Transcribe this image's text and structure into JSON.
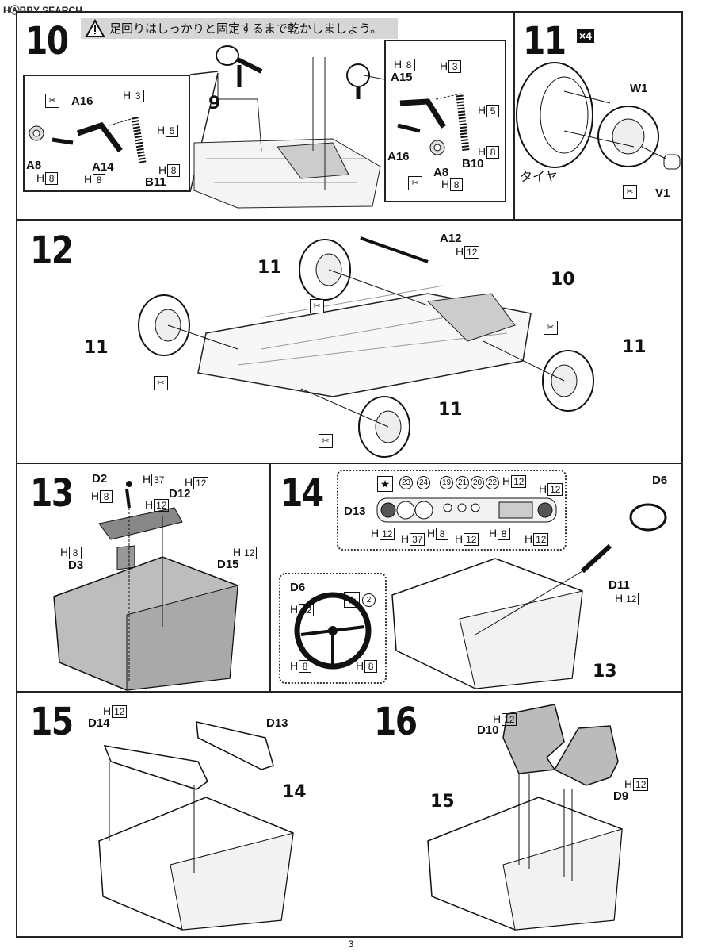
{
  "watermark": "HⒶBBY SEARCH",
  "warning_icon": "warning-triangle-icon",
  "page_number": "3",
  "step10": {
    "number": "10",
    "warning_text": "足回りはしっかりと固定するまで乾かしましょう。",
    "callout_9": "9",
    "left_detail": {
      "A16": "A16",
      "A8": "A8",
      "A14": "A14",
      "B11": "B11",
      "h3": "3",
      "h5": "5",
      "h8a": "8",
      "h8b": "8",
      "h8c": "8"
    },
    "right_detail": {
      "A15": "A15",
      "A16": "A16",
      "A8": "A8",
      "B10": "B10",
      "h8a": "8",
      "h3": "3",
      "h5": "5",
      "h8b": "8",
      "h8c": "8"
    }
  },
  "step11": {
    "number": "11",
    "multiplier": "×4",
    "W1": "W1",
    "tire": "タイヤ",
    "V1": "V1"
  },
  "step12": {
    "number": "12",
    "A12": "A12",
    "h12": "12",
    "c11a": "11",
    "c11b": "11",
    "c11c": "11",
    "c11d": "11",
    "c10": "10"
  },
  "step13": {
    "number": "13",
    "D2": "D2",
    "h37": "37",
    "h12a": "12",
    "h8a": "8",
    "h12b": "12",
    "D12": "D12",
    "h8b": "8",
    "D3": "D3",
    "h12c": "12",
    "D15": "D15"
  },
  "step14": {
    "number": "14",
    "D13": "D13",
    "gauge_nums": [
      "23",
      "24",
      "19",
      "21",
      "20",
      "22"
    ],
    "h12_top": "12",
    "h12_right": "12",
    "h12_left": "12",
    "h37": "37",
    "h8a": "8",
    "h12_mid": "12",
    "h8b": "8",
    "h12_br": "12",
    "D6_title": "D6",
    "D6_h12": "12",
    "D6_num": "2",
    "D6_h8a": "8",
    "D6_h8b": "8",
    "D6": "D6",
    "D11": "D11",
    "D11_h12": "12",
    "c13": "13"
  },
  "step15": {
    "number": "15",
    "h12": "12",
    "D14": "D14",
    "D13": "D13",
    "c14": "14"
  },
  "step16": {
    "number": "16",
    "h12a": "12",
    "D10": "D10",
    "h12b": "12",
    "D9": "D9",
    "c15": "15"
  }
}
